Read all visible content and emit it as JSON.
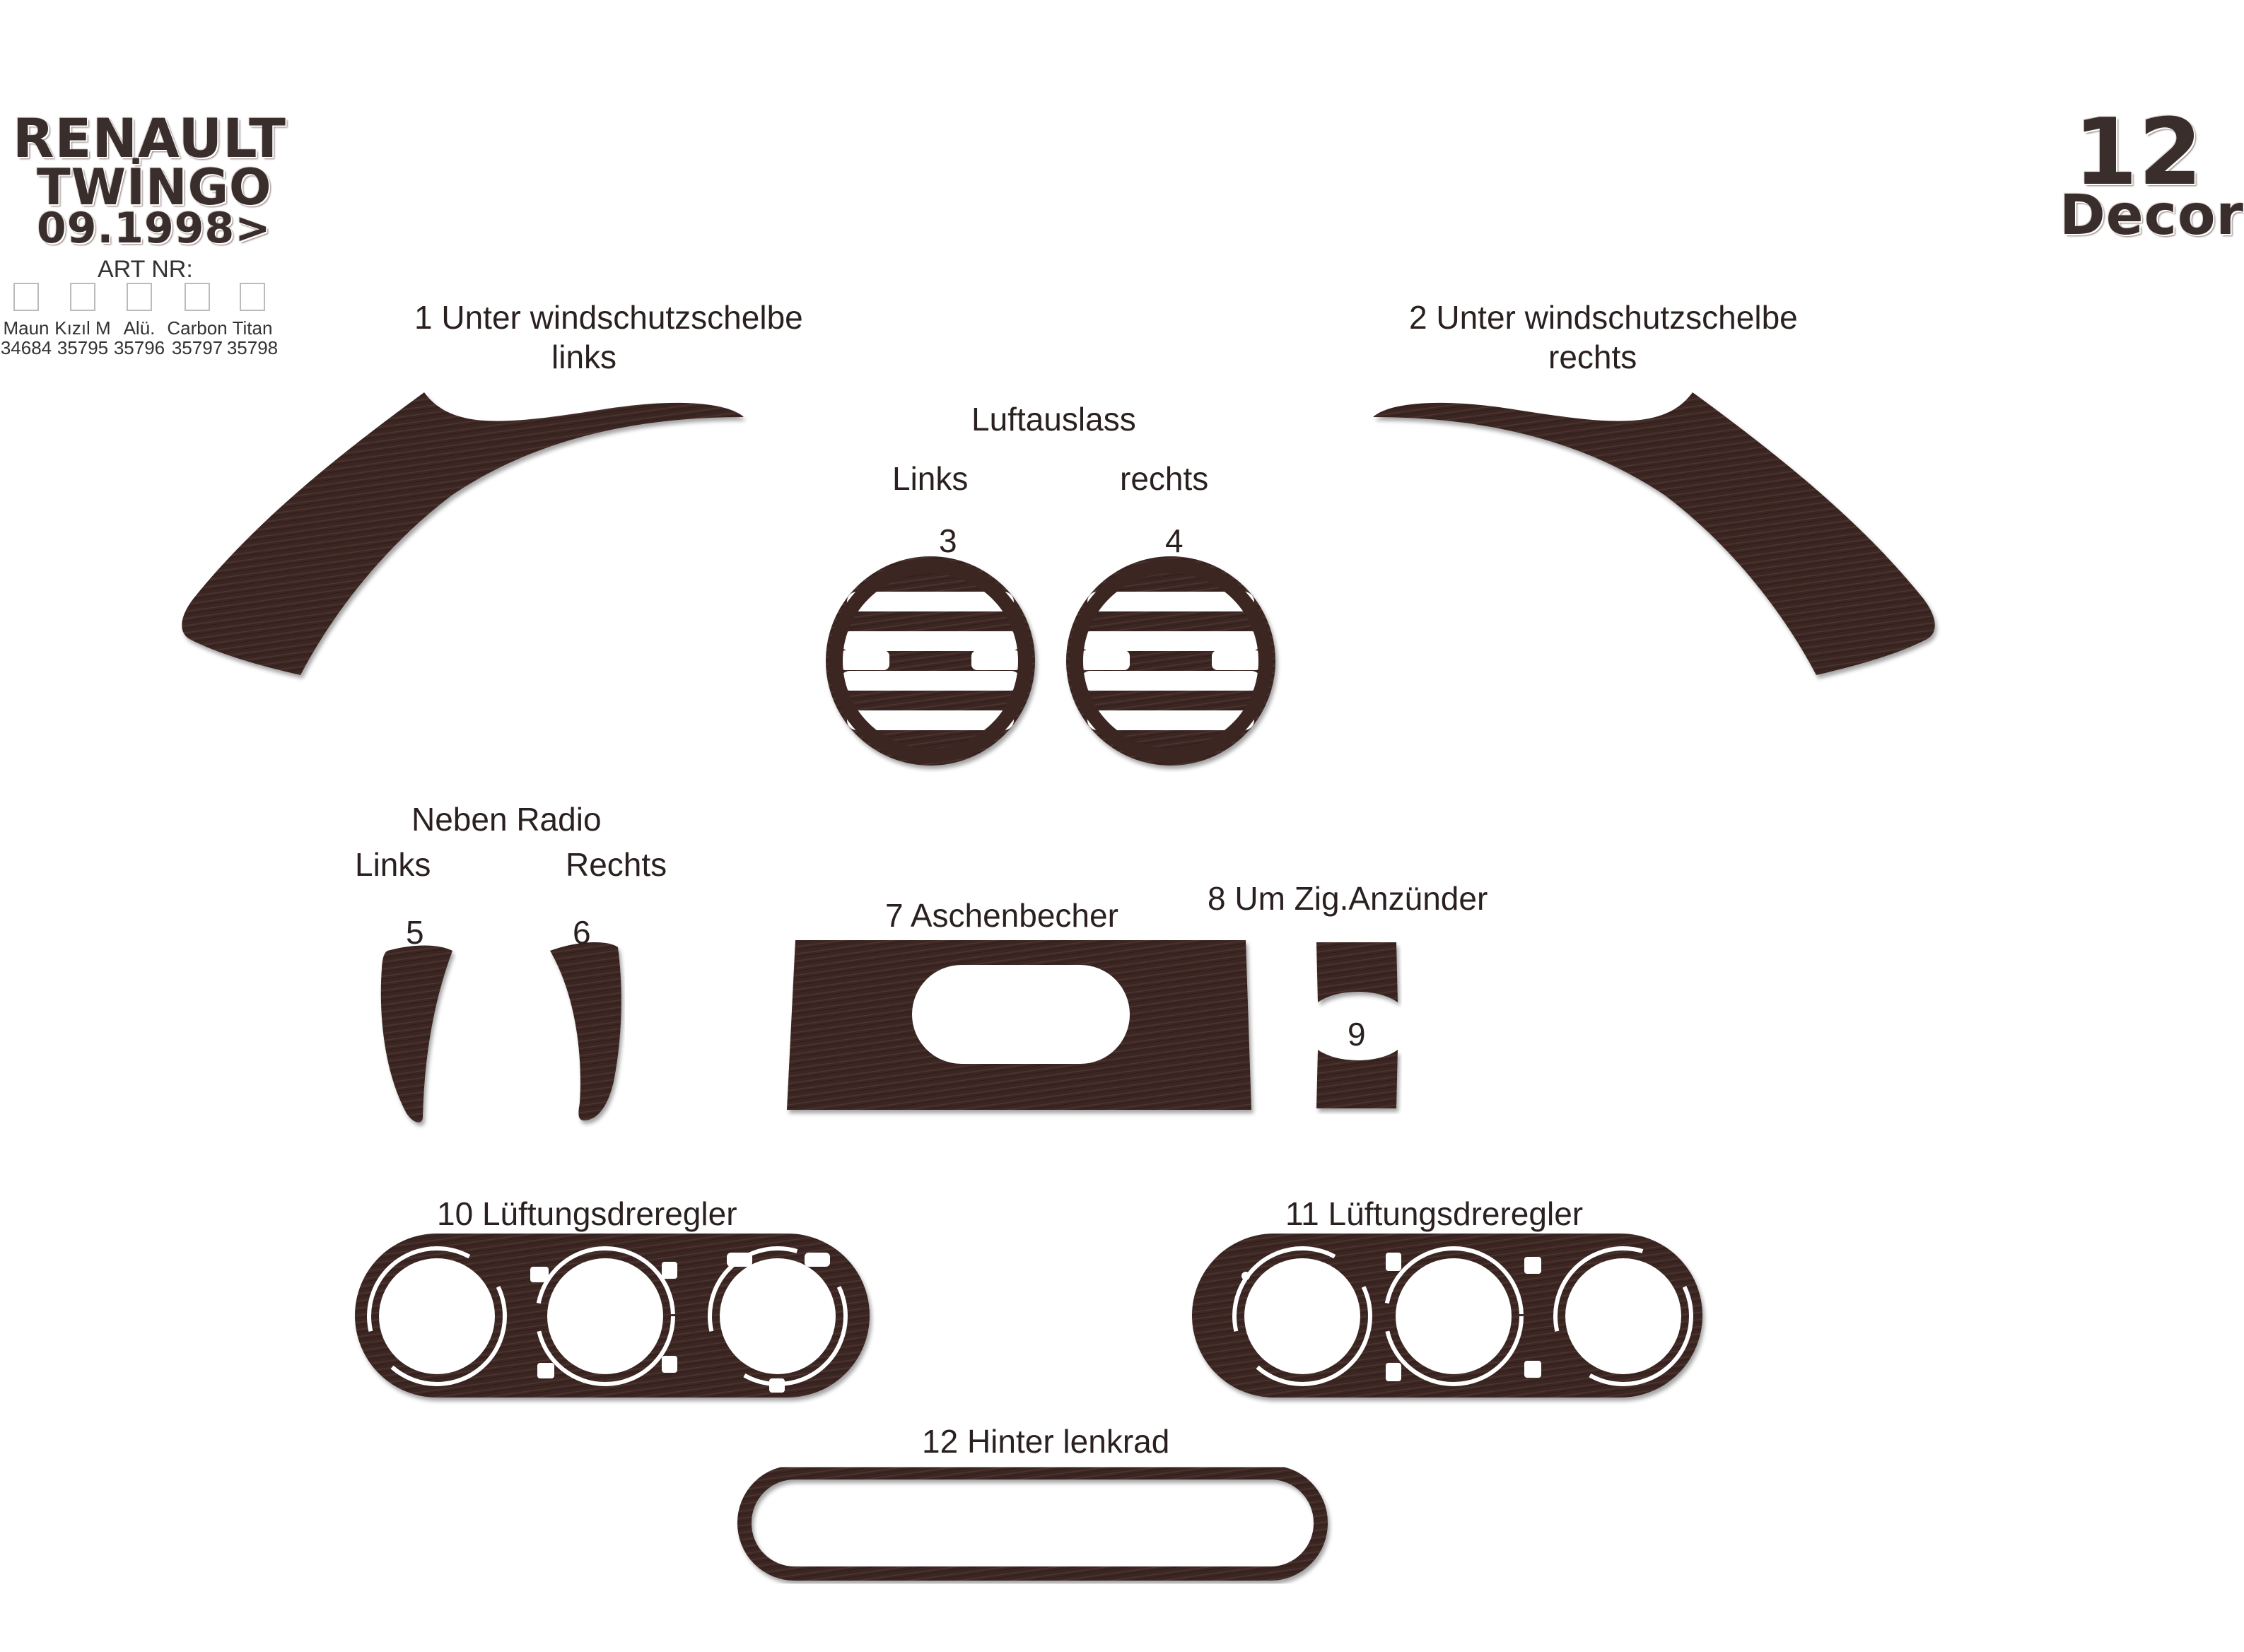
{
  "header": {
    "brand": "RENAULT",
    "model": "TWİNGO",
    "year": "09.1998>",
    "art_nr_label": "ART NR:",
    "options": [
      {
        "name": "Maun",
        "number": "34684"
      },
      {
        "name": "Kızıl M",
        "number": "35795"
      },
      {
        "name": "Alü.",
        "number": "35796"
      },
      {
        "name": "Carbon",
        "number": "35797"
      },
      {
        "name": "Titan",
        "number": "35798"
      }
    ]
  },
  "badge": {
    "count": "12",
    "label": "Decor"
  },
  "colors": {
    "wood": "#3b2724",
    "wood_light": "#5a3f3a",
    "text": "#2b2020"
  },
  "parts": {
    "p1": {
      "line1": "1  Unter windschutzschelbe",
      "line2": "links"
    },
    "p2": {
      "line1": "2  Unter windschutzschelbe",
      "line2": "rechts"
    },
    "vents": {
      "title": "Luftauslass",
      "left": "Links",
      "right": "rechts",
      "n3": "3",
      "n4": "4"
    },
    "radio": {
      "title": "Neben Radio",
      "left": "Links",
      "right": "Rechts",
      "n5": "5",
      "n6": "6"
    },
    "p7": "7  Aschenbecher",
    "p8": "8  Um Zig.Anzünder",
    "n9": "9",
    "p10": "10  Lüftungsdreregler",
    "p11": "11  Lüftungsdreregler",
    "p12": "12  Hinter lenkrad"
  }
}
